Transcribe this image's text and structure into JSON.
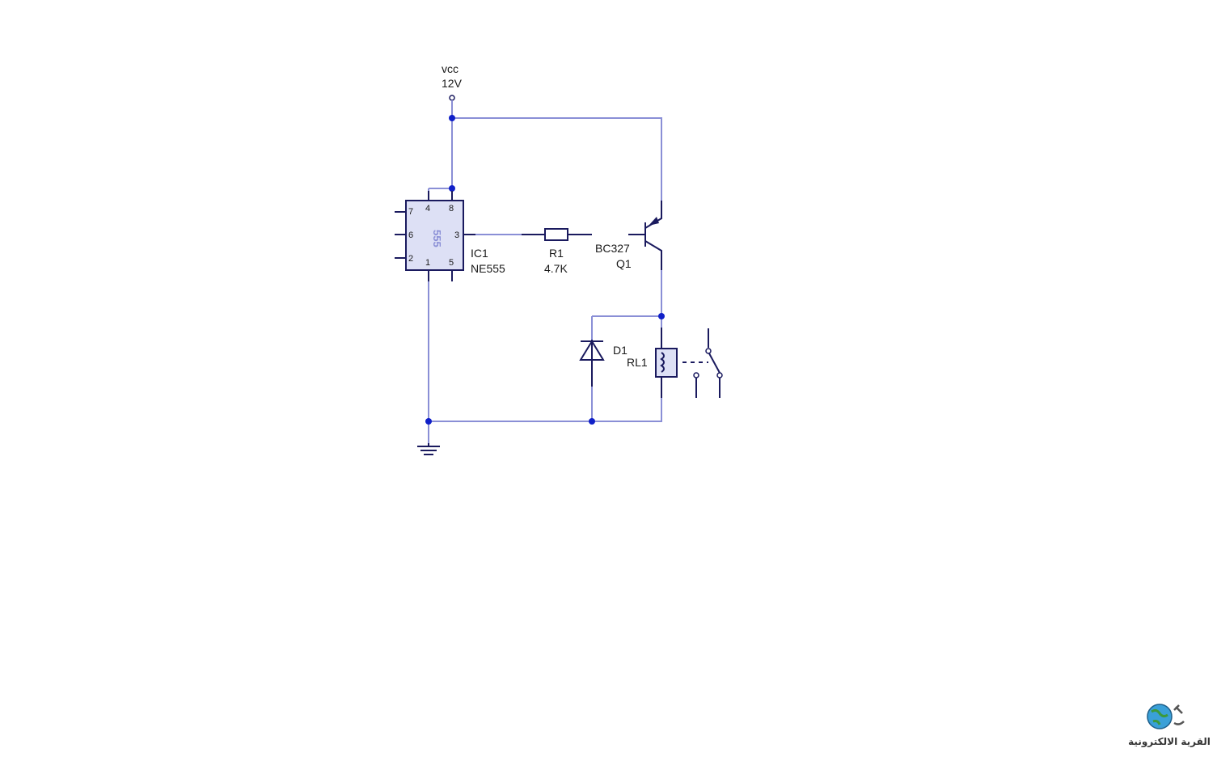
{
  "supply": {
    "name": "vcc",
    "value": "12V"
  },
  "ic": {
    "ref": "IC1",
    "part": "NE555",
    "body_label": "555",
    "pins": {
      "p4": "4",
      "p8": "8",
      "p7": "7",
      "p6": "6",
      "p2": "2",
      "p3": "3",
      "p1": "1",
      "p5": "5"
    }
  },
  "resistor": {
    "ref": "R1",
    "value": "4.7K"
  },
  "transistor": {
    "part": "BC327",
    "ref": "Q1"
  },
  "diode": {
    "ref": "D1"
  },
  "relay": {
    "ref": "RL1"
  },
  "logo": {
    "text": "القرية الالكترونية",
    "icon": "globe-tools-icon"
  },
  "colors": {
    "wire": "#8a8fd6",
    "junction": "#1020c8",
    "symbol": "#1a1a5e",
    "ic_fill": "#dde0f5"
  }
}
